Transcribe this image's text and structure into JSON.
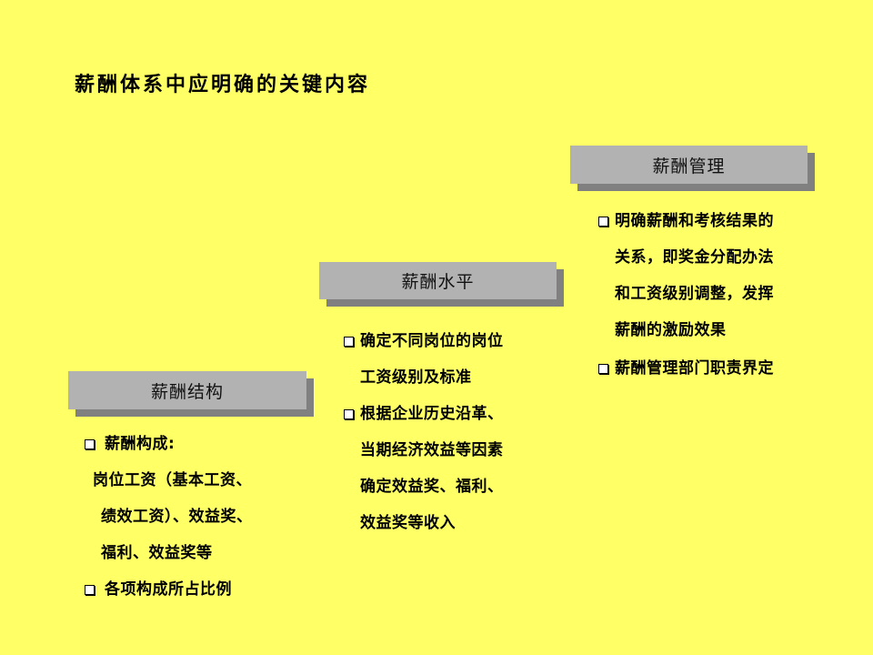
{
  "title": "薪酬体系中应明确的关键内容",
  "colors": {
    "background": "#FFFF66",
    "box_fill": "#B2B2B2",
    "box_shadow": "#808080"
  },
  "sections": [
    {
      "heading": "薪酬管理",
      "items": [
        {
          "lines": [
            "明确薪酬和考核结果的",
            "关系，即奖金分配办法",
            "和工资级别调整，发挥",
            "薪酬的激励效果"
          ]
        },
        {
          "lines": [
            "薪酬管理部门职责界定"
          ]
        }
      ]
    },
    {
      "heading": "薪酬水平",
      "items": [
        {
          "lines": [
            "确定不同岗位的岗位",
            "工资级别及标准"
          ]
        },
        {
          "lines": [
            "根据企业历史沿革、",
            "当期经济效益等因素",
            "确定效益奖、福利、",
            "效益奖等收入"
          ]
        }
      ]
    },
    {
      "heading": "薪酬结构",
      "items": [
        {
          "lines": [
            "薪酬构成:",
            "岗位工资（基本工资、",
            "绩效工资）、效益奖、",
            "福利、效益奖等"
          ]
        },
        {
          "lines": [
            "各项构成所占比例"
          ]
        }
      ]
    }
  ],
  "bullet_icon": "hollow-square-icon"
}
